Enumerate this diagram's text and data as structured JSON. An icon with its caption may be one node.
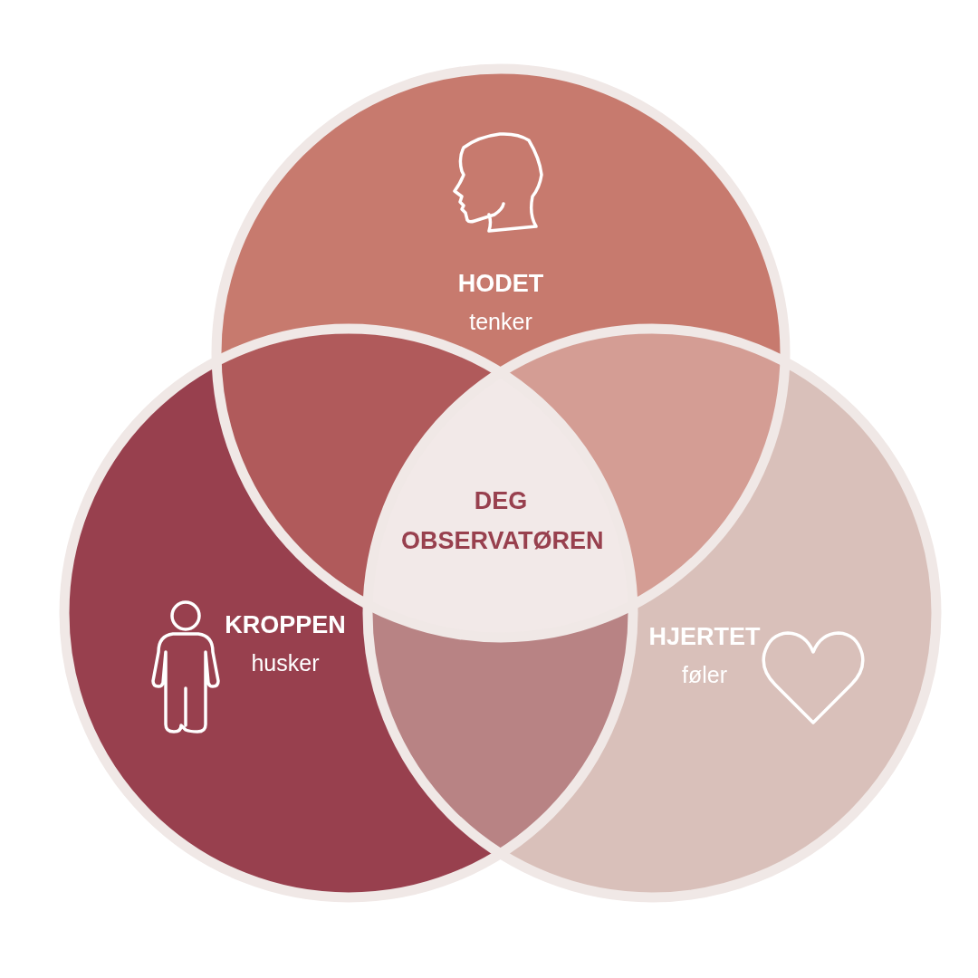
{
  "diagram": {
    "nodes": [
      {
        "text": [
          "HODET",
          "tenker"
        ]
      },
      {
        "text": [
          "KROPPEN",
          "husker"
        ]
      },
      {
        "text": [
          "HJERTET",
          "føler"
        ]
      },
      {
        "text": [
          "DEG OBSERVATØREN"
        ]
      }
    ],
    "edges": []
  }
}
